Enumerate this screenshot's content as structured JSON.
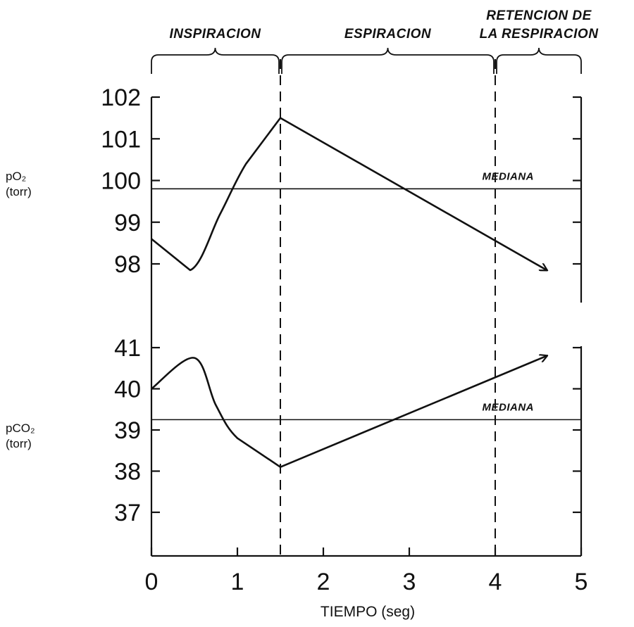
{
  "chart_data": [
    {
      "panel": "top",
      "type": "line",
      "ylabel": "pO₂ (torr)",
      "ylabel_line1": "pO₂",
      "ylabel_line2": "(torr)",
      "yticks": [
        98,
        99,
        100,
        101,
        102
      ],
      "ylim": [
        97.5,
        102.3
      ],
      "median": {
        "label": "MEDIANA",
        "value": 99.8
      },
      "series": [
        {
          "x": [
            0,
            0.45,
            0.8,
            1.1,
            1.5,
            4.6
          ],
          "y": [
            98.6,
            97.85,
            99.2,
            100.4,
            101.5,
            97.85
          ],
          "arrow_end": true
        }
      ]
    },
    {
      "panel": "bottom",
      "type": "line",
      "ylabel": "pCO₂ (torr)",
      "ylabel_line1": "pCO₂",
      "ylabel_line2": "(torr)",
      "yticks": [
        37,
        38,
        39,
        40,
        41
      ],
      "ylim": [
        36.0,
        41.2
      ],
      "median": {
        "label": "MEDIANA",
        "value": 39.25
      },
      "series": [
        {
          "x": [
            0,
            0.5,
            0.75,
            1.0,
            1.5,
            4.6
          ],
          "y": [
            40.0,
            40.75,
            39.6,
            38.8,
            38.1,
            40.8
          ],
          "arrow_end": true
        }
      ]
    }
  ],
  "xaxis": {
    "title": "TIEMPO (seg)",
    "xlim": [
      0,
      5
    ],
    "ticks": [
      0,
      1,
      2,
      3,
      4,
      5
    ]
  },
  "phases": [
    {
      "label_lines": [
        "INSPIRACION"
      ],
      "start": 0,
      "end": 1.5
    },
    {
      "label_lines": [
        "ESPIRACION"
      ],
      "start": 1.5,
      "end": 4
    },
    {
      "label_lines": [
        "RETENCION DE",
        "LA RESPIRACION"
      ],
      "start": 4,
      "end": 5
    }
  ],
  "phase_dividers": [
    1.5,
    4
  ]
}
